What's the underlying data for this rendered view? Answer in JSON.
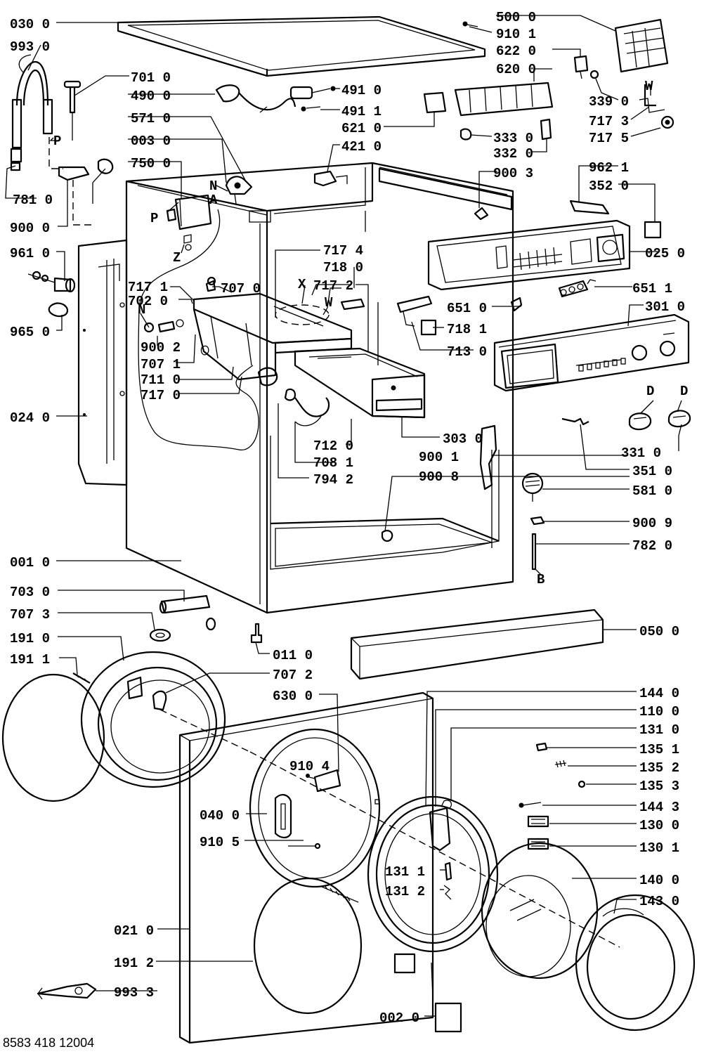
{
  "labels": {
    "l_030_0": "030 0",
    "l_993_0": "993 0",
    "l_701_0": "701 0",
    "l_490_0": "490 0",
    "l_571_0": "571 0",
    "l_003_0": "003 0",
    "l_750_0": "750 0",
    "l_781_0": "781 0",
    "l_900_0": "900 0",
    "l_961_0": "961 0",
    "l_965_0": "965 0",
    "l_024_0": "024 0",
    "l_717_1": "717 1",
    "l_702_0": "702 0",
    "l_707_0": "707 0",
    "l_900_2": "900 2",
    "l_707_1": "707 1",
    "l_711_0": "711 0",
    "l_717_0": "717 0",
    "l_717_4": "717 4",
    "l_718_0": "718 0",
    "l_717_2": "717 2",
    "l_712_0": "712 0",
    "l_708_1": "708 1",
    "l_794_2": "794 2",
    "l_001_0": "001 0",
    "l_703_0": "703 0",
    "l_707_3": "707 3",
    "l_191_0": "191 0",
    "l_191_1": "191 1",
    "l_011_0": "011 0",
    "l_707_2": "707 2",
    "l_630_0": "630 0",
    "l_910_4": "910 4",
    "l_040_0": "040 0",
    "l_910_5": "910 5",
    "l_021_0": "021 0",
    "l_191_2": "191 2",
    "l_993_3": "993 3",
    "l_002_0": "002 0",
    "l_500_0": "500 0",
    "l_910_1": "910 1",
    "l_622_0": "622 0",
    "l_620_0": "620 0",
    "l_491_0": "491 0",
    "l_491_1": "491 1",
    "l_621_0": "621 0",
    "l_421_0": "421 0",
    "l_339_0": "339 0",
    "l_717_3": "717 3",
    "l_717_5": "717 5",
    "l_333_0": "333 0",
    "l_332_0": "332 0",
    "l_900_3": "900 3",
    "l_962_1": "962 1",
    "l_352_0": "352 0",
    "l_025_0": "025 0",
    "l_651_1": "651 1",
    "l_651_0": "651 0",
    "l_301_0": "301 0",
    "l_718_1": "718 1",
    "l_713_0": "713 0",
    "l_303_0": "303 0",
    "l_331_0": "331 0",
    "l_351_0": "351 0",
    "l_900_1": "900 1",
    "l_900_8": "900 8",
    "l_581_0": "581 0",
    "l_900_9": "900 9",
    "l_782_0": "782 0",
    "l_050_0": "050 0",
    "l_144_0": "144 0",
    "l_110_0": "110 0",
    "l_131_0": "131 0",
    "l_135_1": "135 1",
    "l_135_2": "135 2",
    "l_135_3": "135 3",
    "l_144_3": "144 3",
    "l_130_0": "130 0",
    "l_130_1": "130 1",
    "l_131_1": "131 1",
    "l_131_2": "131 2",
    "l_140_0": "140 0",
    "l_143_0": "143 0"
  },
  "letters": {
    "P1": "P",
    "P2": "P",
    "N1": "N",
    "N2": "N",
    "A": "A",
    "Z": "Z",
    "X": "X",
    "W1": "W",
    "W2": "W",
    "D1": "D",
    "D2": "D",
    "B": "B"
  },
  "footer": {
    "doc_number": "8583 418 12004"
  }
}
